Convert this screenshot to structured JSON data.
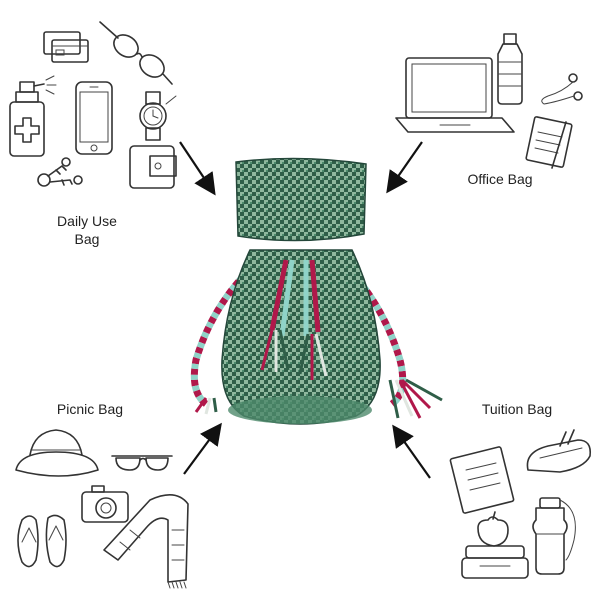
{
  "labels": {
    "daily_use": [
      "Daily Use",
      "Bag"
    ],
    "office": "Office Bag",
    "picnic": "Picnic Bag",
    "tuition": "Tuition Bag"
  },
  "colors": {
    "bag_dark_green": "#2f5e48",
    "bag_light_green": "#8fb89e",
    "bag_aqua": "#8fd3c8",
    "bag_magenta": "#b0184a",
    "sketch_line": "#333333"
  },
  "icons": {
    "daily_use": [
      "credit-cards-icon",
      "sunglasses-icon",
      "sanitizer-spray-icon",
      "smartphone-icon",
      "wristwatch-icon",
      "keys-icon",
      "wallet-icon"
    ],
    "office": [
      "laptop-icon",
      "water-bottle-icon",
      "earphones-icon",
      "notepad-pen-icon"
    ],
    "picnic": [
      "bucket-hat-icon",
      "sunglasses-icon",
      "camera-icon",
      "flip-flops-icon",
      "scarf-icon"
    ],
    "tuition": [
      "notebook-icon",
      "pencil-case-icon",
      "lunchbox-apple-icon",
      "sports-bottle-icon"
    ]
  }
}
